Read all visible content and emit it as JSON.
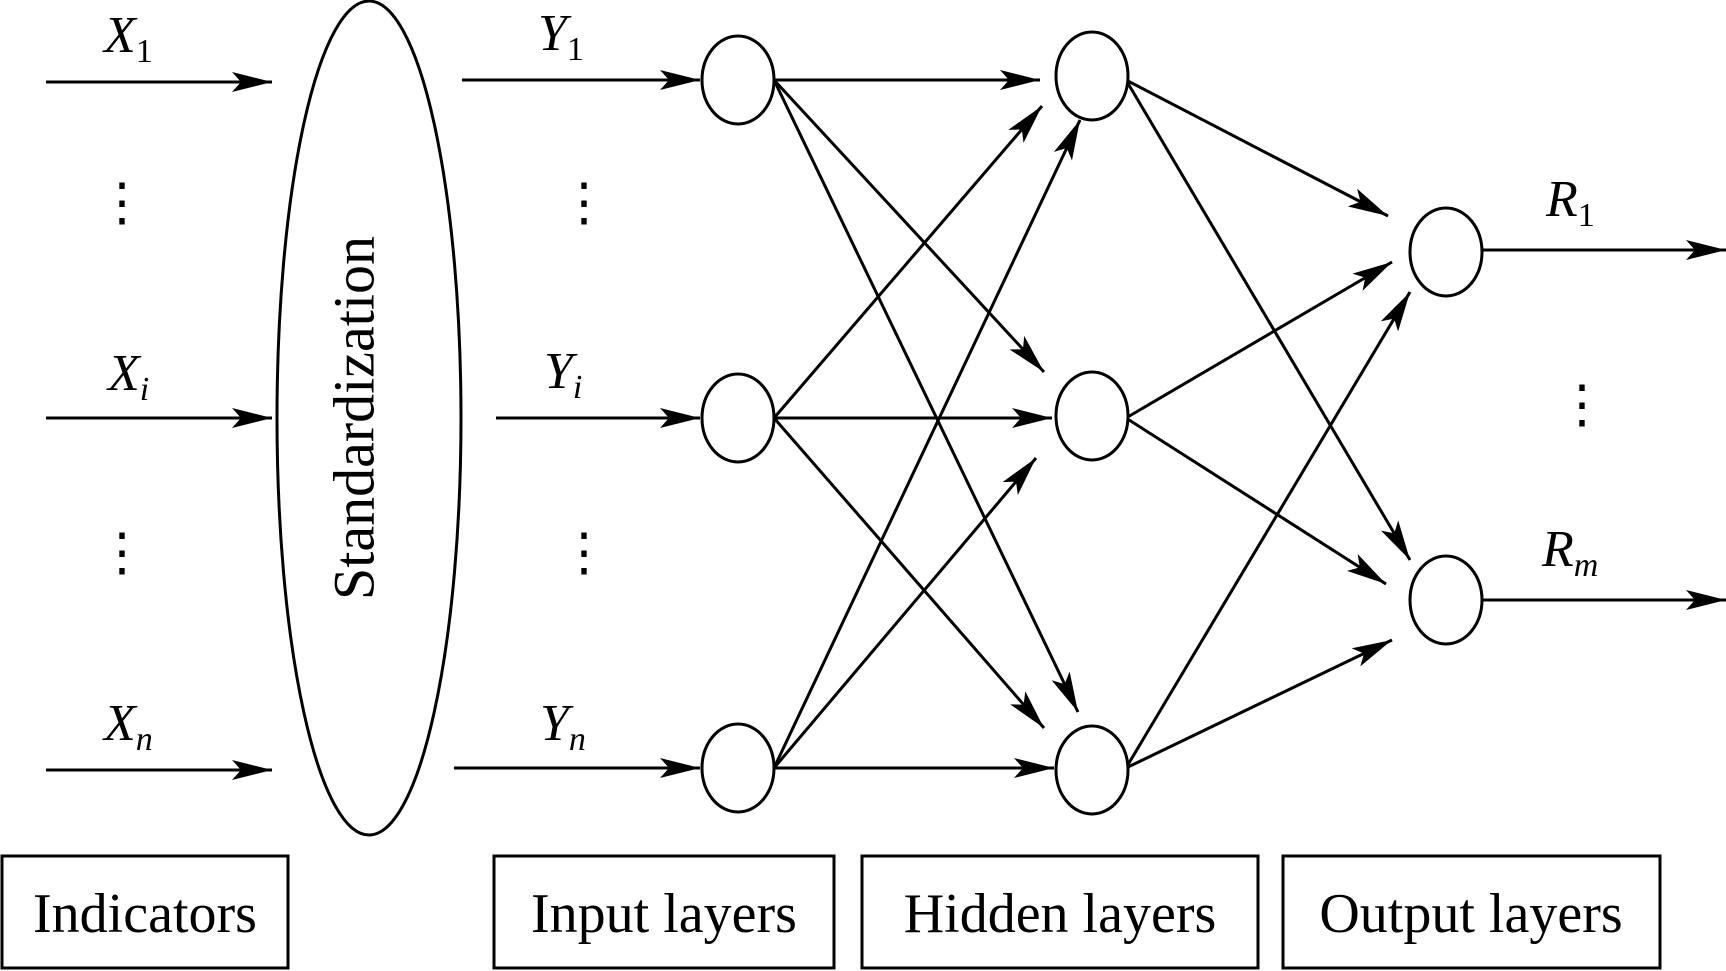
{
  "indicators": {
    "items": [
      {
        "base": "X",
        "sub": "1"
      },
      {
        "base": "X",
        "sub": "i"
      },
      {
        "base": "X",
        "sub": "n"
      }
    ],
    "ellipsis": "⋮"
  },
  "standardization": {
    "label": "Standardization"
  },
  "inputs": {
    "items": [
      {
        "base": "Y",
        "sub": "1"
      },
      {
        "base": "Y",
        "sub": "i"
      },
      {
        "base": "Y",
        "sub": "n"
      }
    ],
    "ellipsis": "⋮"
  },
  "outputs": {
    "items": [
      {
        "base": "R",
        "sub": "1"
      },
      {
        "base": "R",
        "sub": "m"
      }
    ],
    "ellipsis": "⋮"
  },
  "section_labels": {
    "indicators": "Indicators",
    "input_layers": "Input layers",
    "hidden_layers": "Hidden layers",
    "output_layers": "Output layers"
  },
  "colors": {
    "stroke": "#000000",
    "background": "#ffffff"
  }
}
